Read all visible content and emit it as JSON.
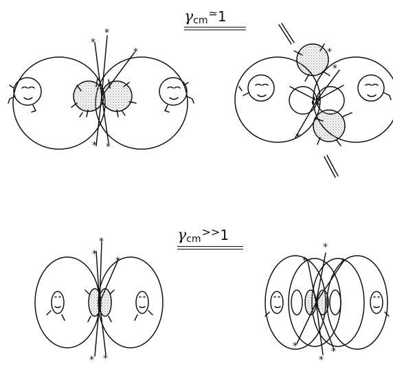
{
  "labels": {
    "top": {
      "symbol": "γ",
      "subscript": "cm",
      "relation": "≃",
      "value": "1"
    },
    "bottom": {
      "symbol": "γ",
      "subscript": "cm",
      "relation": ">>",
      "value": "1"
    }
  },
  "star_glyph": "*",
  "colors": {
    "ink": "#111111",
    "stipple": "#9a9a9a",
    "paper": "#ffffff"
  }
}
